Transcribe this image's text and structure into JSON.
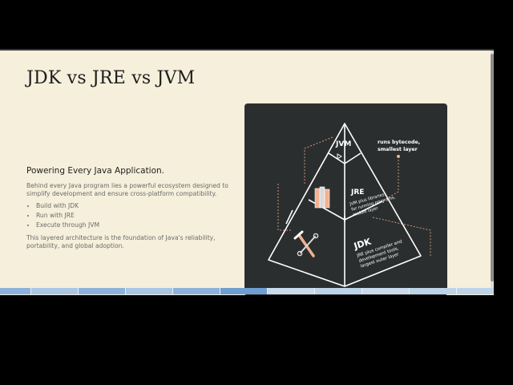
{
  "slide": {
    "title": "JDK vs JRE vs JVM",
    "subtitle": "Powering Every Java Application.",
    "intro": "Behind every Java program lies a powerful ecosystem designed to simplify development and ensure cross-platform compatibility.",
    "bullets": [
      "Build with JDK",
      "Run with JRE",
      "Execute through JVM"
    ],
    "closing": "This layered architecture is the foundation of Java's reliability, portability, and global adoption."
  },
  "diagram": {
    "jvm": {
      "label": "JVM",
      "desc_line1": "runs bytecode,",
      "desc_line2": "smallest layer"
    },
    "jre": {
      "label": "JRE",
      "desc_line1": "JVM plus libraries",
      "desc_line2": "for running programs,",
      "desc_line3": "middle layer"
    },
    "jdk": {
      "label": "JDK",
      "desc_line1": "JRE plus compiler and",
      "desc_line2": "development tools,",
      "desc_line3": "largest outer layer"
    },
    "colors": {
      "background": "#2b2e2f",
      "lines": "#ffffff",
      "accent": "#f2b18f"
    }
  }
}
